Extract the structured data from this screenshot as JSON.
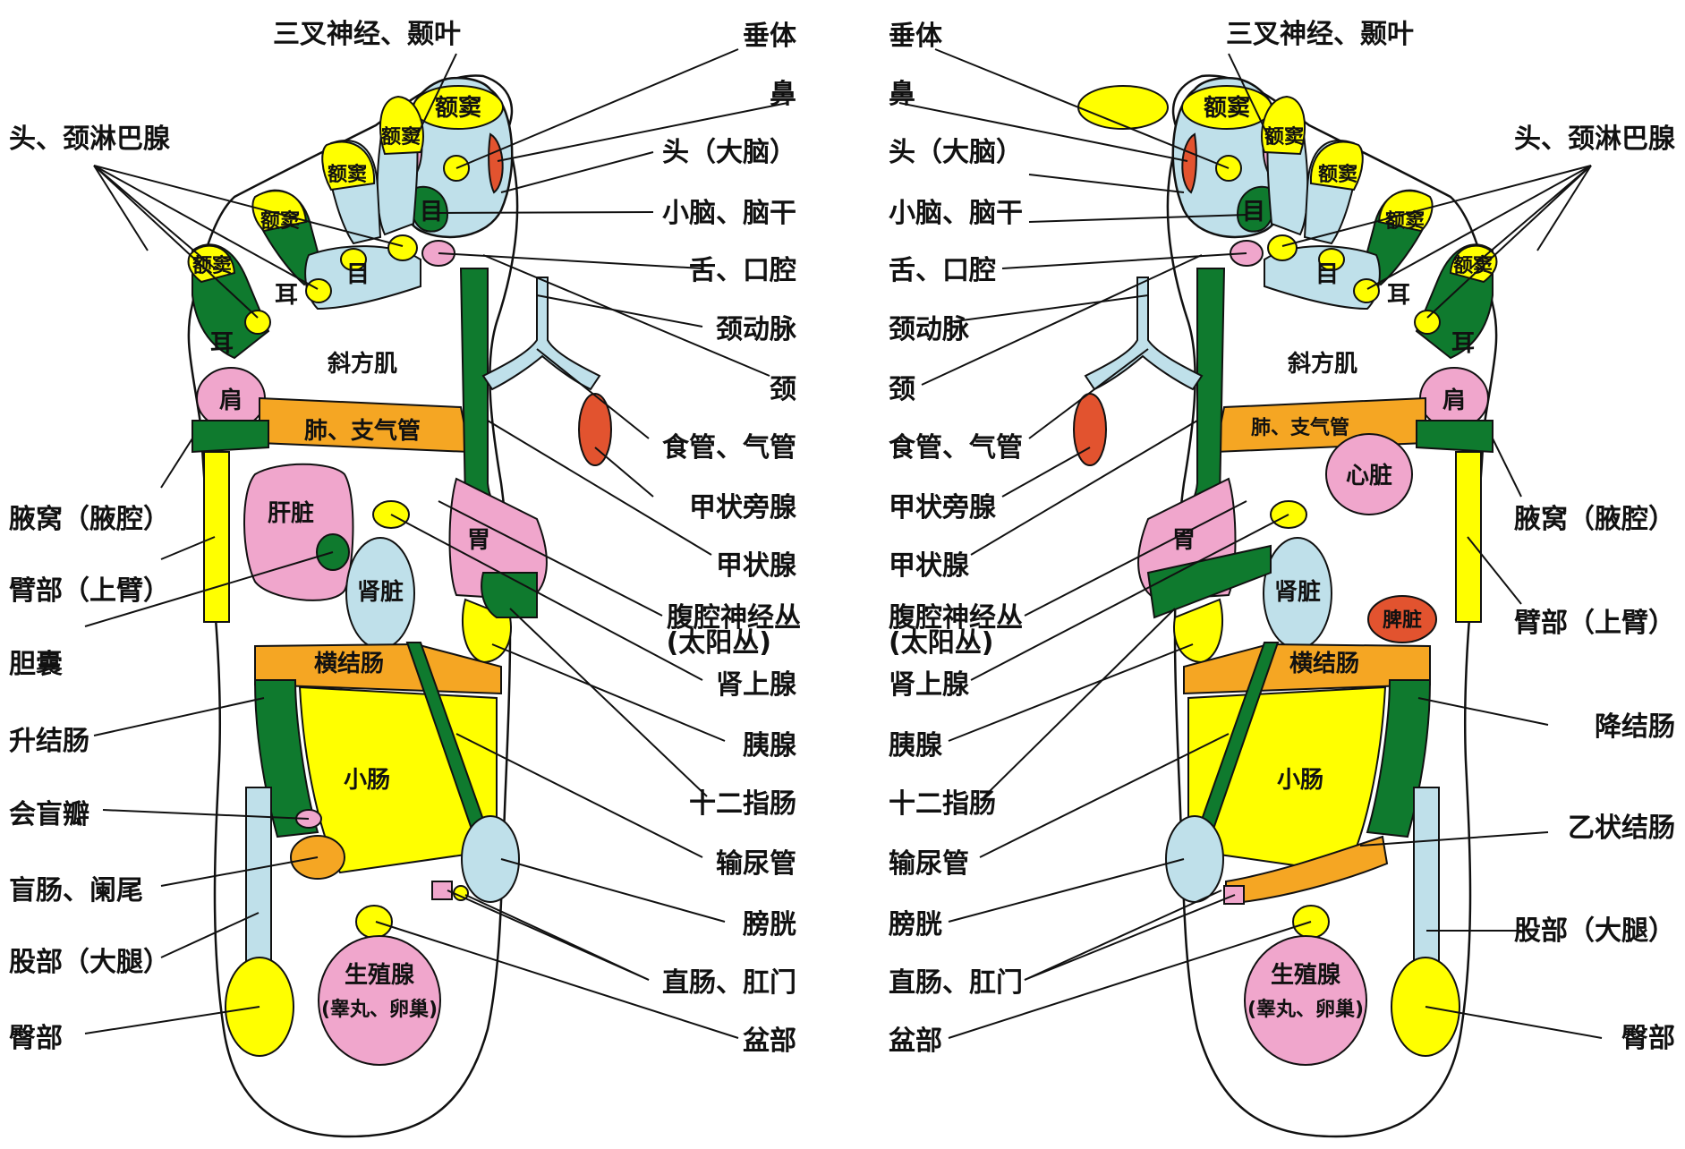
{
  "colors": {
    "yellow": "#ffff00",
    "light_blue": "#bfe0ea",
    "green": "#0f7a2e",
    "pink": "#f0a6cc",
    "orange": "#f5a623",
    "red": "#e2532f",
    "outline": "#111111"
  },
  "left_foot": {
    "organs": {
      "sinus": "额窦",
      "eye": "目",
      "ear": "耳",
      "trapezius": "斜方肌",
      "shoulder": "肩",
      "lung": "肺、支气管",
      "liver": "肝脏",
      "kidney": "肾脏",
      "stomach": "胃",
      "transverse_colon": "横结肠",
      "small_intestine": "小肠",
      "genital_line1": "生殖腺",
      "genital_line2": "(睾丸、卵巢)"
    },
    "labels_left": [
      "头、颈淋巴腺",
      "腋窝（腋腔）",
      "臂部（上臂）",
      "胆囊",
      "升结肠",
      "会盲瓣",
      "盲肠、阑尾",
      "股部（大腿）",
      "臀部"
    ],
    "labels_top": [
      "三叉神经、颞叶"
    ],
    "labels_right": [
      "垂体",
      "鼻",
      "头（大脑）",
      "小脑、脑干",
      "舌、口腔",
      "颈动脉",
      "颈",
      "食管、气管",
      "甲状旁腺",
      "甲状腺",
      "腹腔神经丛",
      "(太阳丛)",
      "肾上腺",
      "胰腺",
      "十二指肠",
      "输尿管",
      "膀胱",
      "直肠、肛门",
      "盆部"
    ]
  },
  "right_foot": {
    "organs": {
      "sinus": "额窦",
      "eye": "目",
      "ear": "耳",
      "trapezius": "斜方肌",
      "shoulder": "肩",
      "lung": "肺、支气管",
      "heart": "心脏",
      "kidney": "肾脏",
      "spleen": "脾脏",
      "stomach": "胃",
      "transverse_colon": "横结肠",
      "small_intestine": "小肠",
      "genital_line1": "生殖腺",
      "genital_line2": "(睾丸、卵巢)"
    },
    "labels_left": [
      "垂体",
      "鼻",
      "头（大脑）",
      "小脑、脑干",
      "舌、口腔",
      "颈动脉",
      "颈",
      "食管、气管",
      "甲状旁腺",
      "甲状腺",
      "腹腔神经丛",
      "(太阳丛)",
      "肾上腺",
      "胰腺",
      "十二指肠",
      "输尿管",
      "膀胱",
      "直肠、肛门",
      "盆部"
    ],
    "labels_top": [
      "三叉神经、颞叶"
    ],
    "labels_right": [
      "头、颈淋巴腺",
      "腋窝（腋腔）",
      "臂部（上臂）",
      "降结肠",
      "乙状结肠",
      "股部（大腿）",
      "臀部"
    ]
  }
}
